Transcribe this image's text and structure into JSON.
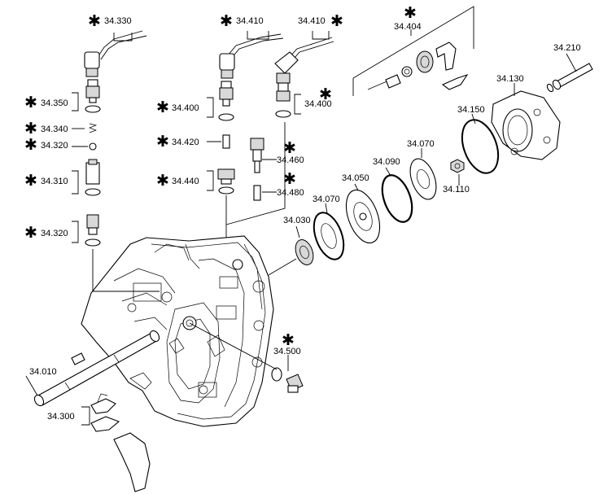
{
  "diagram": {
    "labels": {
      "p34330": "34.330",
      "p34410a": "34.410",
      "p34410b": "34.410",
      "p34404": "34.404",
      "p34210": "34.210",
      "p34350": "34.350",
      "p34130": "34.130",
      "p34400a": "34.400",
      "p34400b": "34.400",
      "p34150": "34.150",
      "p34340": "34.340",
      "p34320a": "34.320",
      "p34420": "34.420",
      "p34460": "34.460",
      "p34090": "34.090",
      "p34070a": "34.070",
      "p34310": "34.310",
      "p34440": "34.440",
      "p34050": "34.050",
      "p34110": "34.110",
      "p34480": "34.480",
      "p34070b": "34.070",
      "p34030": "34.030",
      "p34320b": "34.320",
      "p34500": "34.500",
      "p34010": "34.010",
      "p34300": "34.300"
    },
    "star_symbol": "✱"
  }
}
